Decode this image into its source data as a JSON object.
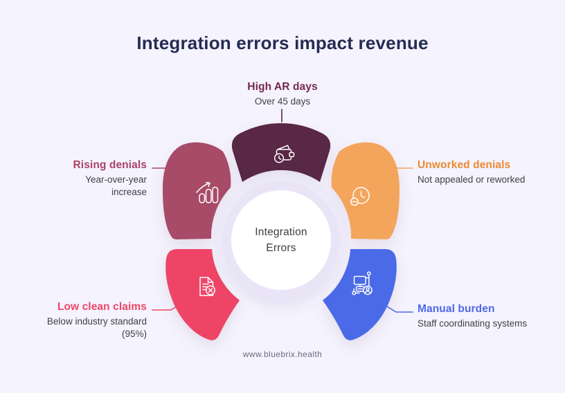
{
  "page": {
    "title": "Integration errors impact revenue",
    "title_color": "#232c53",
    "background_color": "#f5f3fd",
    "footer": "www.bluebrix.health",
    "footer_color": "#6b6781",
    "subtitle_text_color": "#3f4046"
  },
  "center": {
    "line1": "Integration",
    "line2": "Errors",
    "text_color": "#3c3c44"
  },
  "petals": [
    {
      "id": "high-ar-days",
      "title": "High AR days",
      "subtitle": "Over 45 days",
      "color": "#582846",
      "title_color": "#74294f",
      "icon": "wallet-clock-icon"
    },
    {
      "id": "rising-denials",
      "title": "Rising denials",
      "subtitle": "Year-over-year\nincrease",
      "color": "#a84b68",
      "title_color": "#ab4168",
      "icon": "rising-bars-icon"
    },
    {
      "id": "unworked-denials",
      "title": "Unworked denials",
      "subtitle": "Not appealed or reworked",
      "color": "#f3a55c",
      "title_color": "#ea8a33",
      "icon": "clock-minus-icon"
    },
    {
      "id": "low-clean-claims",
      "title": "Low clean claims",
      "subtitle": "Below industry standard\n(95%)",
      "color": "#ee4566",
      "title_color": "#f04568",
      "icon": "document-rejected-icon"
    },
    {
      "id": "manual-burden",
      "title": "Manual burden",
      "subtitle": "Staff coordinating systems",
      "color": "#4a6ae8",
      "title_color": "#4f68e8",
      "icon": "systems-user-icon"
    }
  ]
}
